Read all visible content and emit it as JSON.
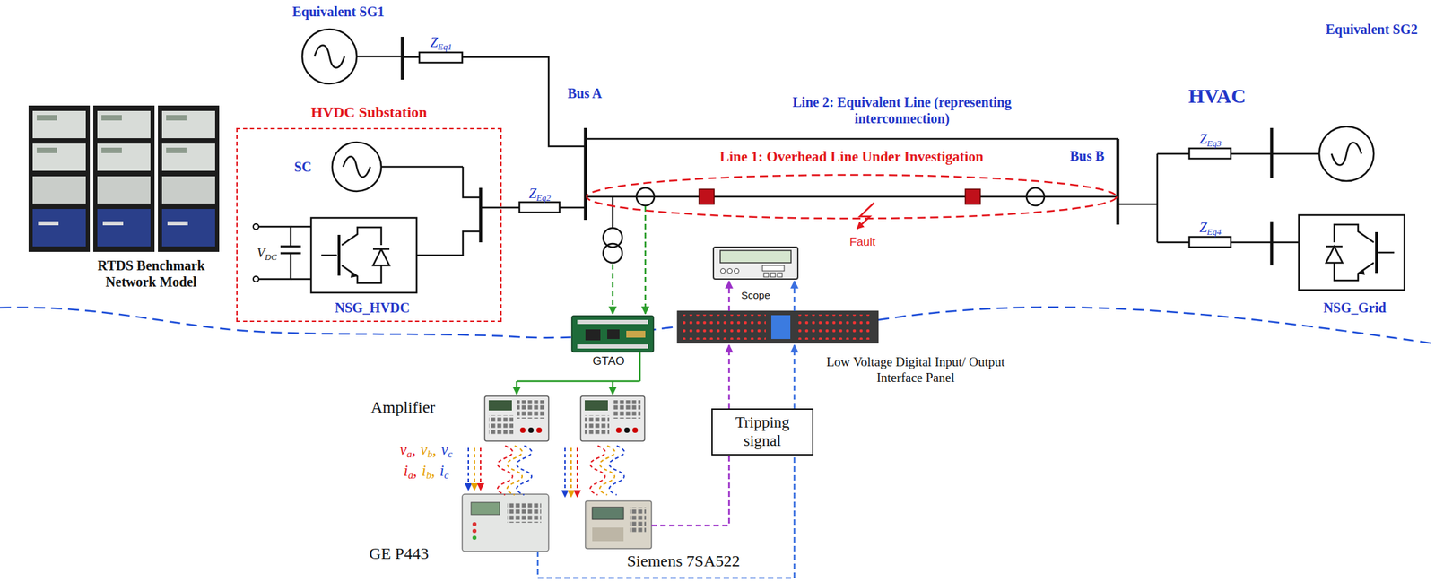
{
  "diagram": {
    "nodes": [
      {
        "text": [
          "HVDC Substation"
        ]
      },
      {
        "text": [
          "Line 1: Overhead Line Under Investigation"
        ]
      },
      {
        "text": [
          "Tripping signal"
        ]
      }
    ],
    "labels": [
      "RTDS Benchmark Network Model",
      "Equivalent SG1",
      "Z",
      "Eq1",
      "SC",
      "V",
      "DC",
      "NSG_HVDC",
      "Z",
      "Eq2",
      "Bus A",
      "Line 2: Equivalent Line (representing interconnection)",
      "Fault",
      "HVAC",
      "Bus B",
      "Equivalent SG2",
      "Z",
      "Eq3",
      "Z",
      "Eq4",
      "NSG_Grid",
      "Scope",
      "GTAO",
      "Low Voltage Digital Input/ Output Interface Panel",
      "Amplifier",
      "v",
      "a",
      ",",
      "v",
      "b",
      ",",
      "v",
      "c",
      "i",
      "a",
      ",",
      "i",
      "b",
      ",",
      "i",
      "c",
      "GE P443",
      "Siemens 7SA522"
    ]
  }
}
